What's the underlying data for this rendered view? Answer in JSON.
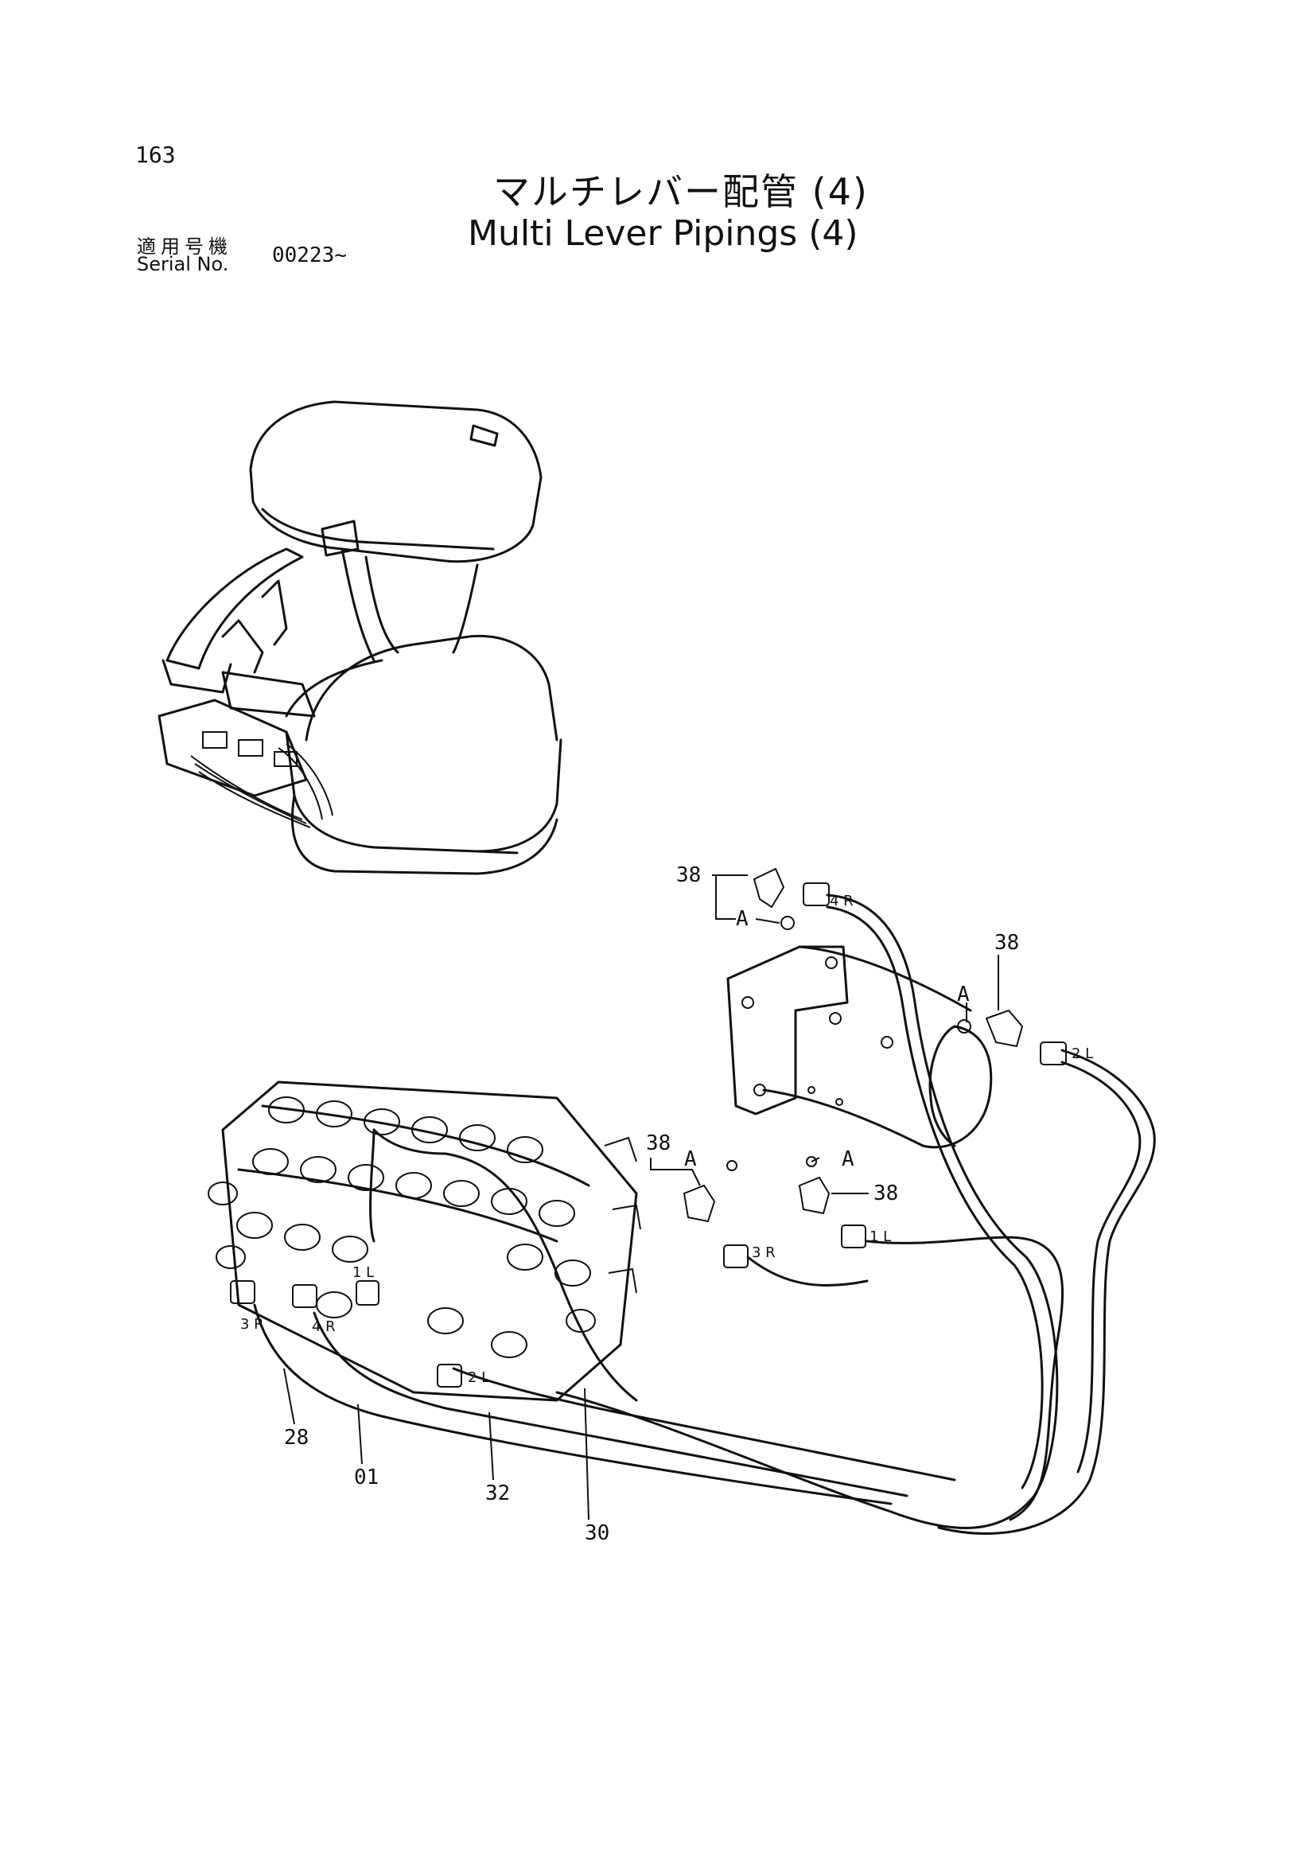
{
  "page_number": "163",
  "title_jp": "マルチレバー配管 (4)",
  "title_en": "Multi Lever Pipings (4)",
  "serial": {
    "label_jp": "適用号機",
    "label_en": "Serial No.",
    "value": "00223~"
  },
  "callouts": {
    "c38a": "38",
    "c38b": "38",
    "c38c": "38",
    "c38d": "38",
    "c28": "28",
    "c01": "01",
    "c32": "32",
    "c30": "30"
  },
  "port_labels": {
    "p4r_top": "4 R",
    "p2l_right": "2 L",
    "p3r_mid": "3 R",
    "p1l_mid": "1 L",
    "p1l_valve": "1 L",
    "p3r_valve": "3 R",
    "p4r_valve": "4 R",
    "p2l_valve": "2 L"
  },
  "view_labels": {
    "a1": "A",
    "a2": "A",
    "a3": "A",
    "a4": "A"
  }
}
